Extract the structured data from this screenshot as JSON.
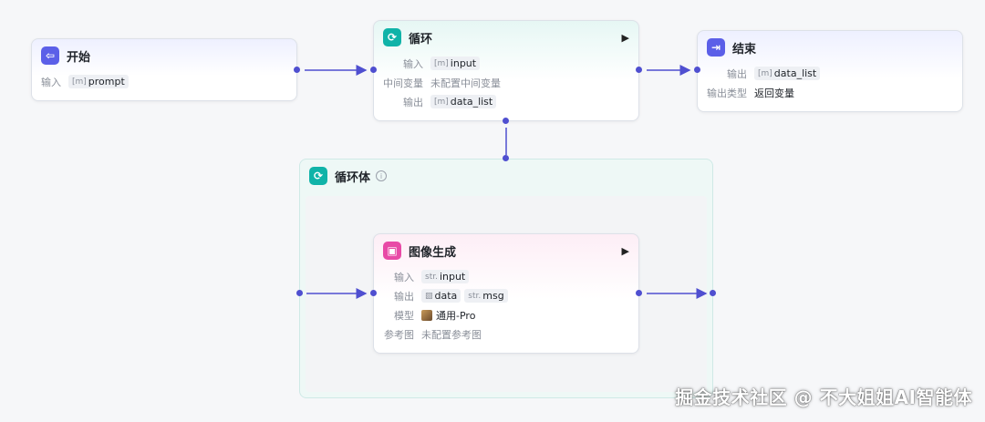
{
  "nodes": {
    "start": {
      "title": "开始",
      "input_label": "输入",
      "input_type": "[m]",
      "input_var": "prompt"
    },
    "loop": {
      "title": "循环",
      "input_label": "输入",
      "input_type": "[m]",
      "input_var": "input",
      "mid_label": "中间变量",
      "mid_value": "未配置中间变量",
      "output_label": "输出",
      "output_type": "[m]",
      "output_var": "data_list",
      "run_icon": "▶"
    },
    "end": {
      "title": "结束",
      "output_label": "输出",
      "output_type": "[m]",
      "output_var": "data_list",
      "out_type_label": "输出类型",
      "out_type_value": "返回变量"
    },
    "loop_body": {
      "title": "循环体",
      "info_icon": "i"
    },
    "image_gen": {
      "title": "图像生成",
      "run_icon": "▶",
      "input_label": "输入",
      "input_type": "str.",
      "input_var": "input",
      "output_label": "输出",
      "output1_var": "data",
      "output2_type": "str.",
      "output2_var": "msg",
      "model_label": "模型",
      "model_value": "通用-Pro",
      "ref_label": "参考图",
      "ref_value": "未配置参考图"
    }
  },
  "icons": {
    "start": "start-icon",
    "loop": "loop-icon",
    "end": "end-icon",
    "image": "image-icon"
  },
  "colors": {
    "edge": "#4f4fd0",
    "start_accent": "#5b5fe8",
    "loop_accent": "#10b3a8",
    "image_accent": "#e84aa6"
  },
  "watermark": "掘金技术社区 @ 不大姐姐AI智能体"
}
